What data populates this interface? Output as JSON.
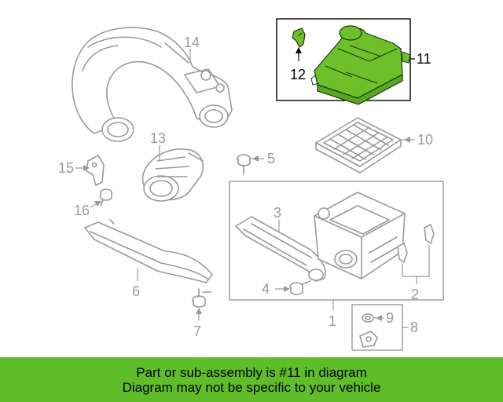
{
  "diagram": {
    "highlight_color": "#6fbf2a",
    "highlighted_callout": "11",
    "callouts": {
      "c1": "1",
      "c2": "2",
      "c3": "3",
      "c4": "4",
      "c5": "5",
      "c6": "6",
      "c7": "7",
      "c8": "8",
      "c9": "9",
      "c10": "10",
      "c11": "11",
      "c12": "12",
      "c13": "13",
      "c14": "14",
      "c15": "15",
      "c16": "16"
    }
  },
  "banner": {
    "background": "#5fbd2a",
    "line1": "Part or sub-assembly is #11 in diagram",
    "line2": "Diagram may not be specific to your vehicle"
  }
}
